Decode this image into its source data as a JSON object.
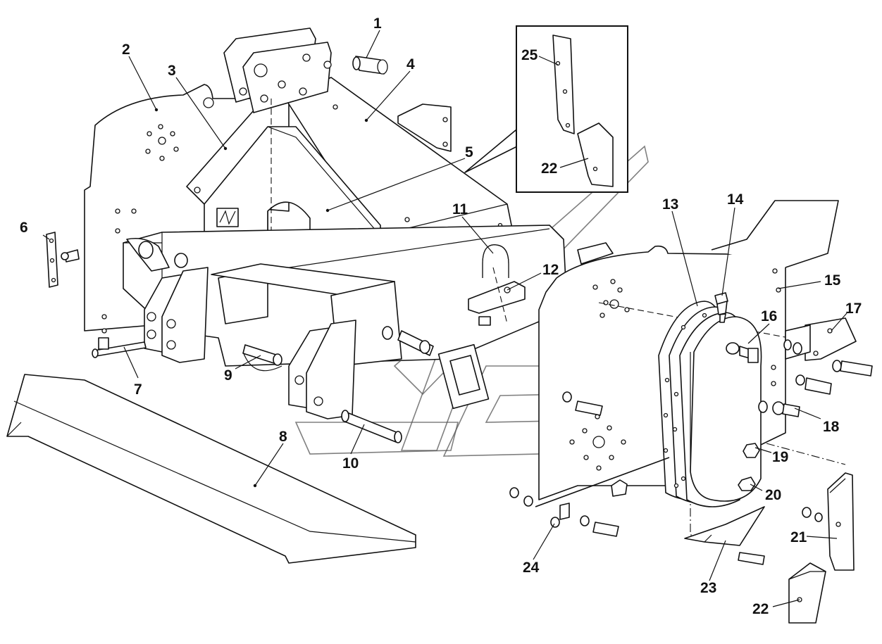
{
  "diagram": {
    "callouts": [
      {
        "id": "c1",
        "label": "1"
      },
      {
        "id": "c2",
        "label": "2"
      },
      {
        "id": "c3",
        "label": "3"
      },
      {
        "id": "c4",
        "label": "4"
      },
      {
        "id": "c5",
        "label": "5"
      },
      {
        "id": "c6",
        "label": "6"
      },
      {
        "id": "c7",
        "label": "7"
      },
      {
        "id": "c8",
        "label": "8"
      },
      {
        "id": "c9",
        "label": "9"
      },
      {
        "id": "c10",
        "label": "10"
      },
      {
        "id": "c11",
        "label": "11"
      },
      {
        "id": "c12",
        "label": "12"
      },
      {
        "id": "c13",
        "label": "13"
      },
      {
        "id": "c14",
        "label": "14"
      },
      {
        "id": "c15",
        "label": "15"
      },
      {
        "id": "c16",
        "label": "16"
      },
      {
        "id": "c17",
        "label": "17"
      },
      {
        "id": "c18",
        "label": "18"
      },
      {
        "id": "c19",
        "label": "19"
      },
      {
        "id": "c20",
        "label": "20"
      },
      {
        "id": "c21",
        "label": "21"
      },
      {
        "id": "c22",
        "label": "22"
      },
      {
        "id": "c23",
        "label": "23"
      },
      {
        "id": "c24",
        "label": "24"
      },
      {
        "id": "c25",
        "label": "25"
      },
      {
        "id": "c22b",
        "label": "22"
      }
    ]
  }
}
